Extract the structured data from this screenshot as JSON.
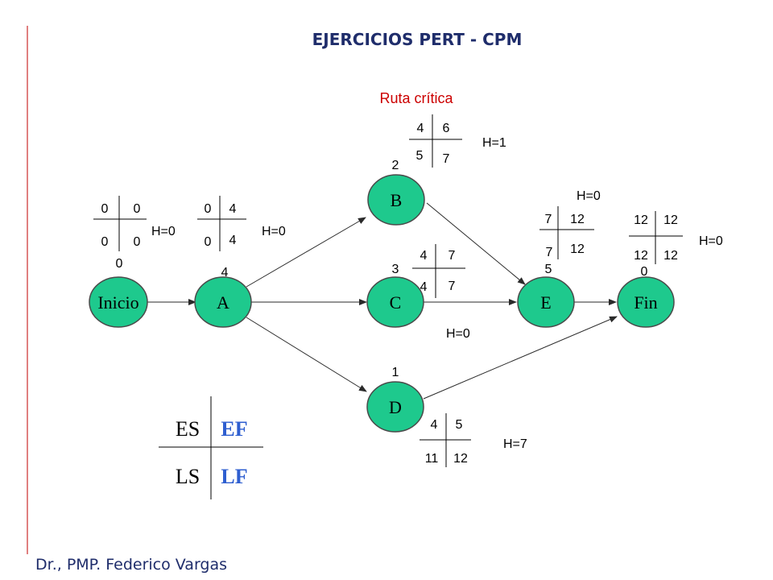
{
  "title": "EJERCICIOS PERT - CPM",
  "subtitle": "Ruta crítica",
  "footer": "Dr., PMP. Federico Vargas",
  "colors": {
    "node_fill": "#1ec98d",
    "title": "#1f2d6b",
    "subtitle": "#cc0000",
    "accent_margin": "#c00000",
    "legend_blue": "#2f5fd0"
  },
  "nodes": {
    "inicio": {
      "label": "Inicio",
      "duration": "0"
    },
    "a": {
      "label": "A",
      "duration": "4"
    },
    "b": {
      "label": "B",
      "duration": "2"
    },
    "c": {
      "label": "C",
      "duration": "3"
    },
    "d": {
      "label": "D",
      "duration": "1"
    },
    "e": {
      "label": "E",
      "duration": "5"
    },
    "fin": {
      "label": "Fin",
      "duration": "0"
    }
  },
  "tables": {
    "inicio": {
      "es": "0",
      "ef": "0",
      "ls": "0",
      "lf": "0",
      "slack": "H=0"
    },
    "a": {
      "es": "0",
      "ef": "4",
      "ls": "0",
      "lf": "4",
      "slack": "H=0"
    },
    "b": {
      "es": "4",
      "ef": "6",
      "ls": "5",
      "lf": "7",
      "slack": "H=1"
    },
    "c": {
      "es": "4",
      "ef": "7",
      "ls": "4",
      "lf": "7",
      "slack": "H=0"
    },
    "d": {
      "es": "4",
      "ef": "5",
      "ls": "11",
      "lf": "12",
      "slack": "H=7"
    },
    "e": {
      "es": "7",
      "ef": "12",
      "ls": "7",
      "lf": "12",
      "slack": "H=0"
    },
    "fin": {
      "es": "12",
      "ef": "12",
      "ls": "12",
      "lf": "12",
      "slack": "H=0"
    }
  },
  "legend": {
    "es": "ES",
    "ef": "EF",
    "ls": "LS",
    "lf": "LF"
  }
}
